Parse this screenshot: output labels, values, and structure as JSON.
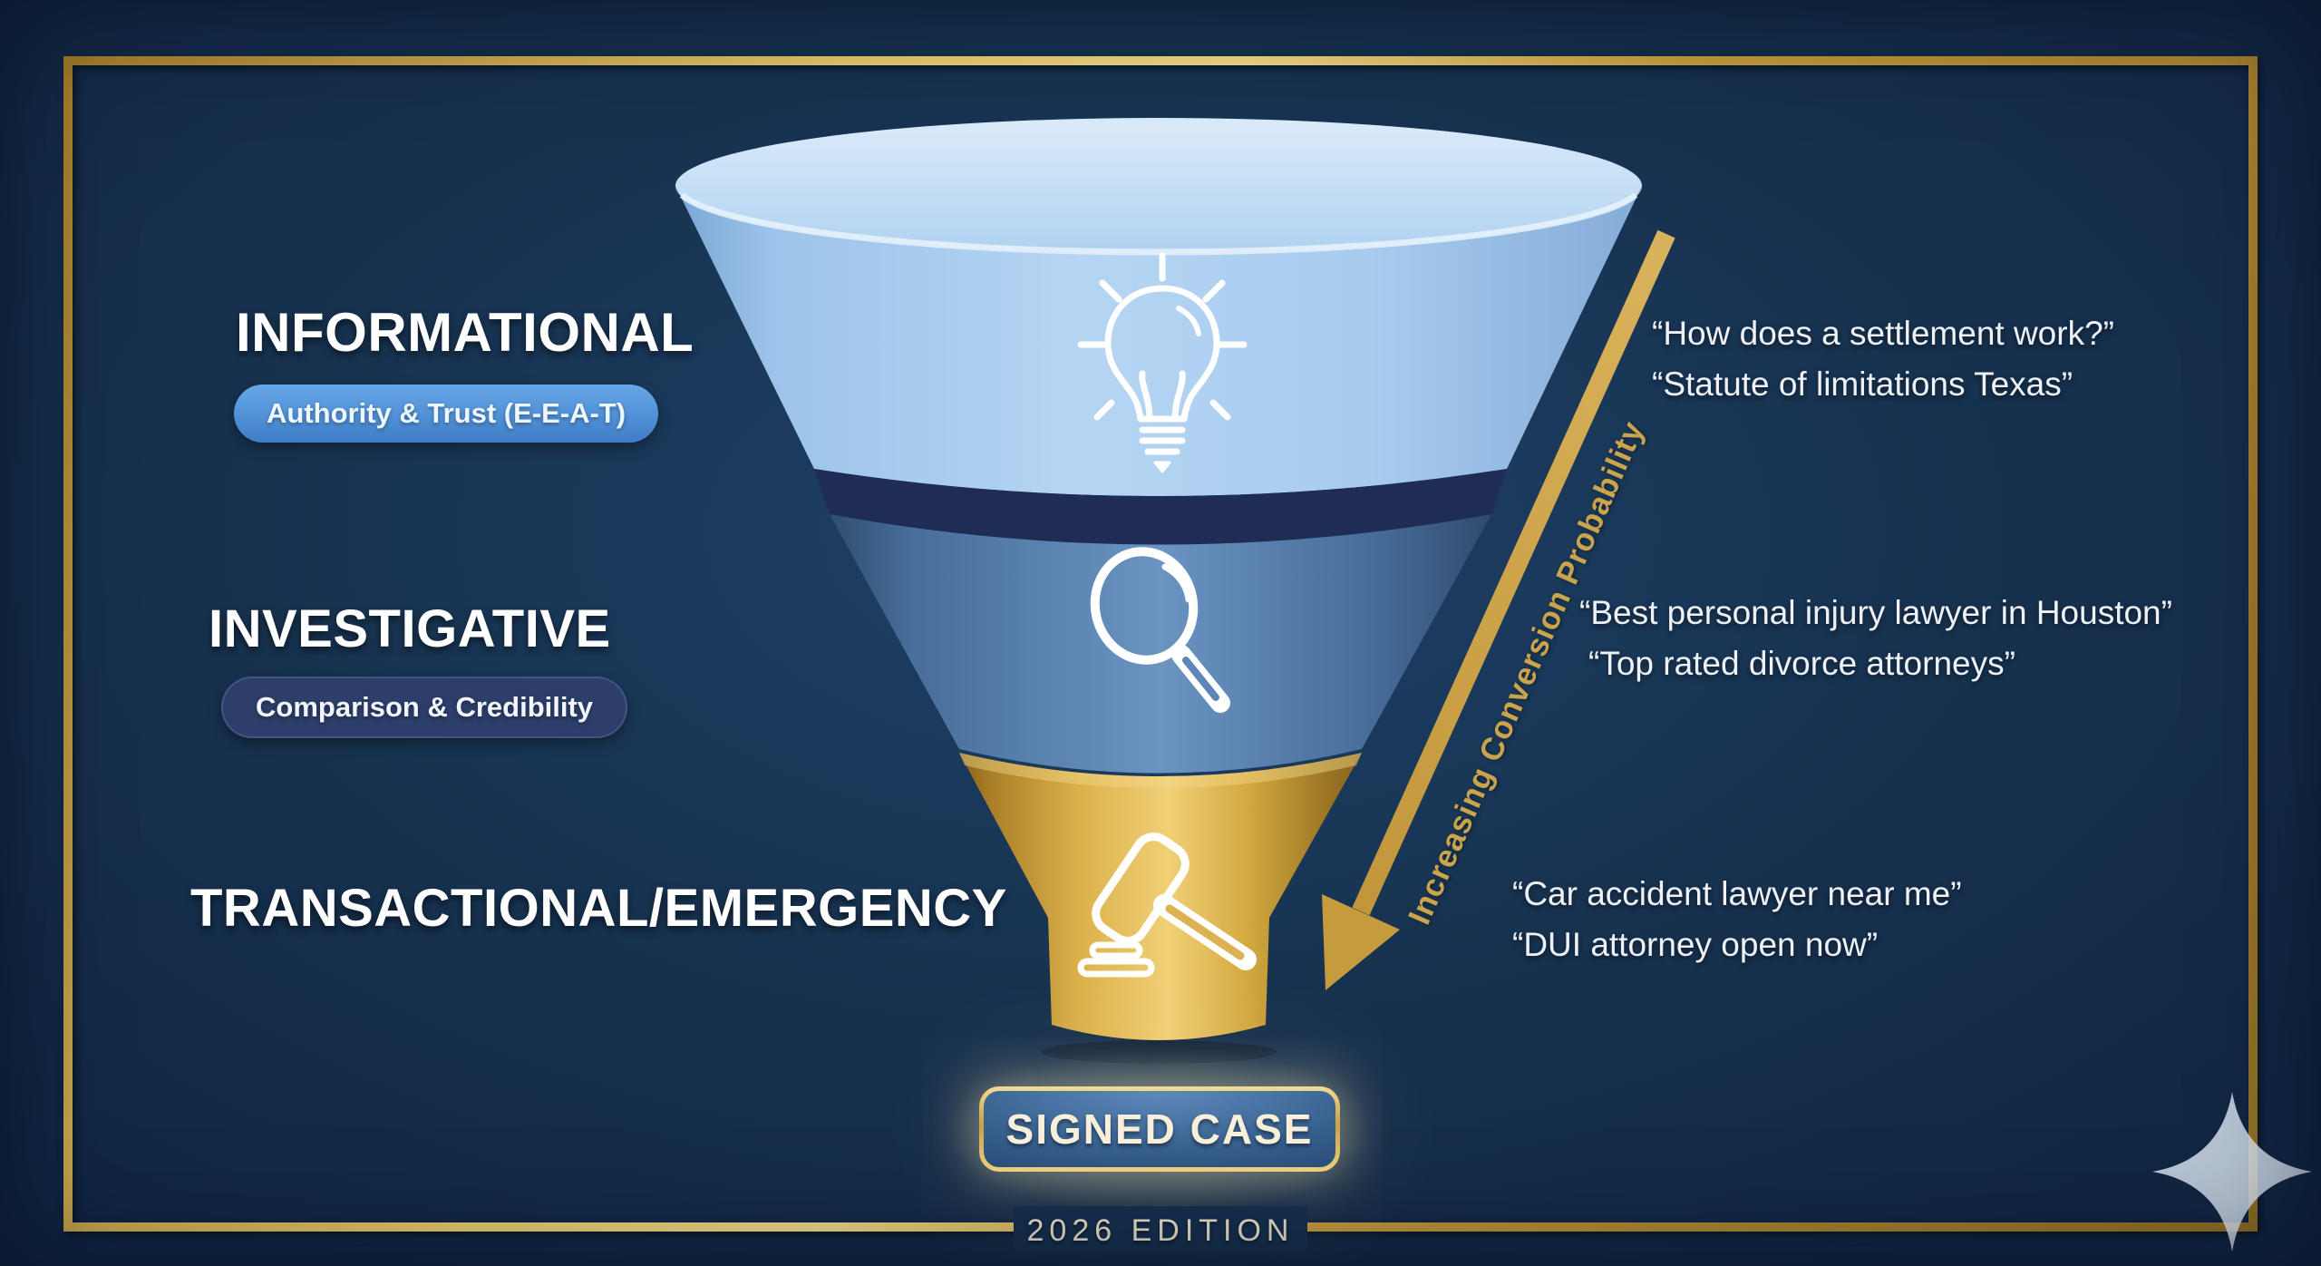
{
  "page": {
    "title": "Legal search intent funnel infographic",
    "edition": "2026 EDITION"
  },
  "funnel": {
    "stages": [
      {
        "id": "informational",
        "label": "INFORMATIONAL",
        "badge": "Authority & Trust (E-E-A-T)",
        "icon": "lightbulb-icon",
        "queries": [
          "“How does a settlement work?”",
          "“Statute of limitations Texas”"
        ]
      },
      {
        "id": "investigative",
        "label": "INVESTIGATIVE",
        "badge": "Comparison & Credibility",
        "icon": "magnifier-icon",
        "queries": [
          "“Best personal injury lawyer in Houston”",
          "“Top rated divorce attorneys”"
        ]
      },
      {
        "id": "transactional",
        "label": "TRANSACTIONAL/EMERGENCY",
        "icon": "gavel-icon",
        "queries": [
          "“Car accident lawyer near me”",
          "“DUI attorney open now”"
        ]
      }
    ],
    "arrow_label": "Increasing Conversion Probability",
    "cta": "SIGNED CASE"
  },
  "decor": {
    "corner_icon": "sparkle-icon",
    "frame": "gold-frame-border"
  },
  "colors": {
    "background": "#16304f",
    "frame_gold": "#c9a44a",
    "segment_informational": "#aecff1",
    "segment_investigative": "#6b94c2",
    "segment_transactional": "#ddb152",
    "badge_informational": "#4a8ed6",
    "badge_investigative": "#2c3e69",
    "arrow_gold": "#c9a24a",
    "query_text": "#eef2f8",
    "cta_text": "#f8f0da"
  }
}
